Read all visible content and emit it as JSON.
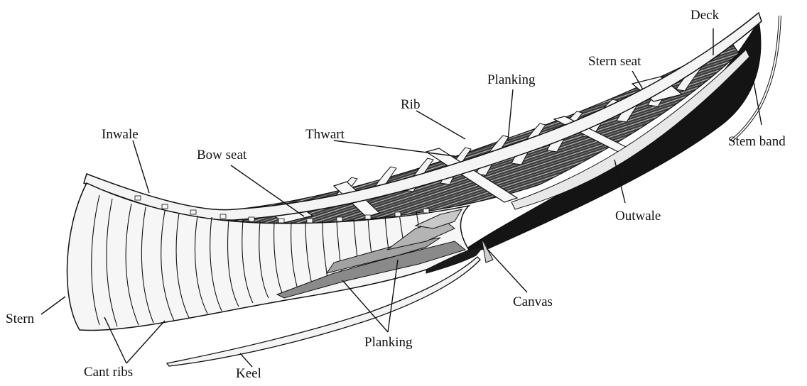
{
  "diagram": {
    "labels": {
      "deck": "Deck",
      "stern_seat": "Stern seat",
      "planking_top": "Planking",
      "rib": "Rib",
      "thwart": "Thwart",
      "inwale": "Inwale",
      "bow_seat": "Bow seat",
      "stem_band": "Stem band",
      "outwale": "Outwale",
      "canvas": "Canvas",
      "planking_bottom": "Planking",
      "stern": "Stern",
      "cant_ribs": "Cant ribs",
      "keel": "Keel"
    },
    "colors": {
      "line": "#111111",
      "hull_dark": "#141414",
      "rib_fill": "#f4f4f4",
      "plank_gray": "#8a8a8a",
      "plank_light": "#c8c8c8",
      "interior_dark": "#333333"
    }
  }
}
